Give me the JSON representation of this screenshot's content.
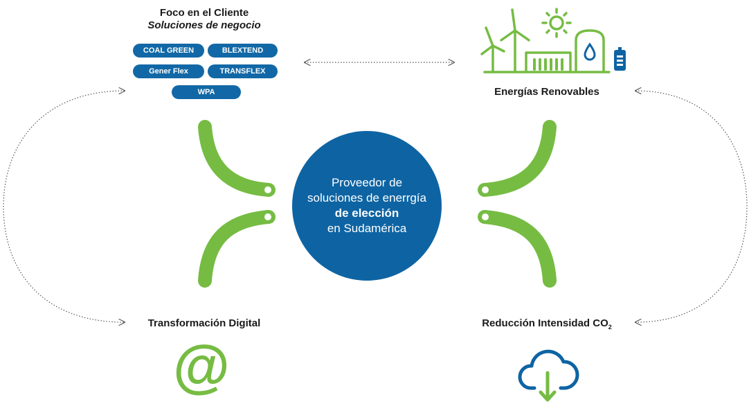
{
  "top_left": {
    "title": "Foco en el Cliente",
    "subtitle": "Soluciones de negocio",
    "pills": [
      "COAL GREEN",
      "BLEXTEND",
      "Gener Flex",
      "TRANSFLEX",
      "WPA"
    ]
  },
  "top_right": {
    "title": "Energías Renovables"
  },
  "bottom_left": {
    "title": "Transformación Digital"
  },
  "bottom_right": {
    "title": "Reducción Intensidad CO",
    "subscript": "2"
  },
  "center": {
    "line1": "Proveedor de",
    "line2": "soluciones de enerrgía",
    "line3": "de elección",
    "line4": "en Sudamérica"
  },
  "colors": {
    "green": "#76bc43",
    "blue": "#0e64a3",
    "pill_blue": "#1268a6"
  },
  "icons": {
    "top_right": "renewables-icon",
    "bottom_left": "at-sign-icon",
    "bottom_right": "cloud-download-icon"
  }
}
